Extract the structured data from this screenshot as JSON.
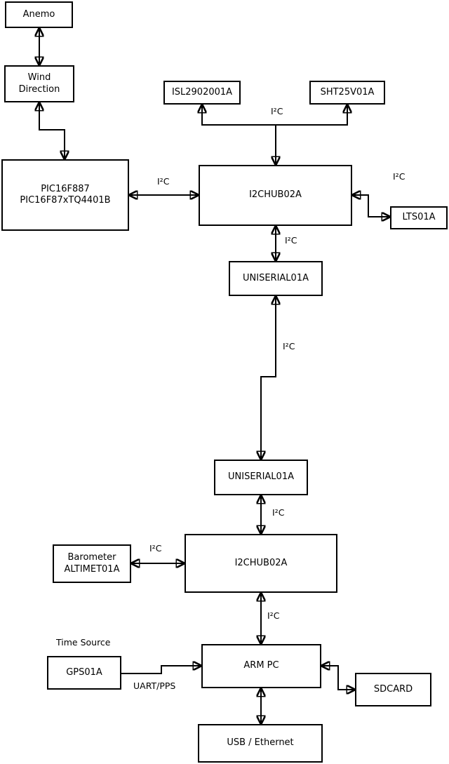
{
  "nodes": {
    "anemo": {
      "label": "Anemo"
    },
    "wind_direction": {
      "label": "Wind\nDirection"
    },
    "pic": {
      "label": "PIC16F887\nPIC16F87xTQ4401B"
    },
    "isl": {
      "label": "ISL2902001A"
    },
    "sht": {
      "label": "SHT25V01A"
    },
    "i2chub_top": {
      "label": "I2CHUB02A"
    },
    "lts": {
      "label": "LTS01A"
    },
    "uniserial_top": {
      "label": "UNISERIAL01A"
    },
    "uniserial_bottom": {
      "label": "UNISERIAL01A"
    },
    "i2chub_bottom": {
      "label": "I2CHUB02A"
    },
    "barometer": {
      "label": "Barometer\nALTIMET01A"
    },
    "gps": {
      "label": "GPS01A"
    },
    "arm_pc": {
      "label": "ARM PC"
    },
    "sdcard": {
      "label": "SDCARD"
    },
    "usb_ethernet": {
      "label": "USB / Ethernet"
    }
  },
  "edge_labels": {
    "i2c": "I²C",
    "uart_pps": "UART/PPS"
  },
  "annotations": {
    "time_source": "Time Source"
  },
  "colors": {
    "line": "#000000",
    "box_border": "#000000",
    "box_fill": "#ffffff",
    "background": "#ffffff",
    "text": "#000000"
  }
}
